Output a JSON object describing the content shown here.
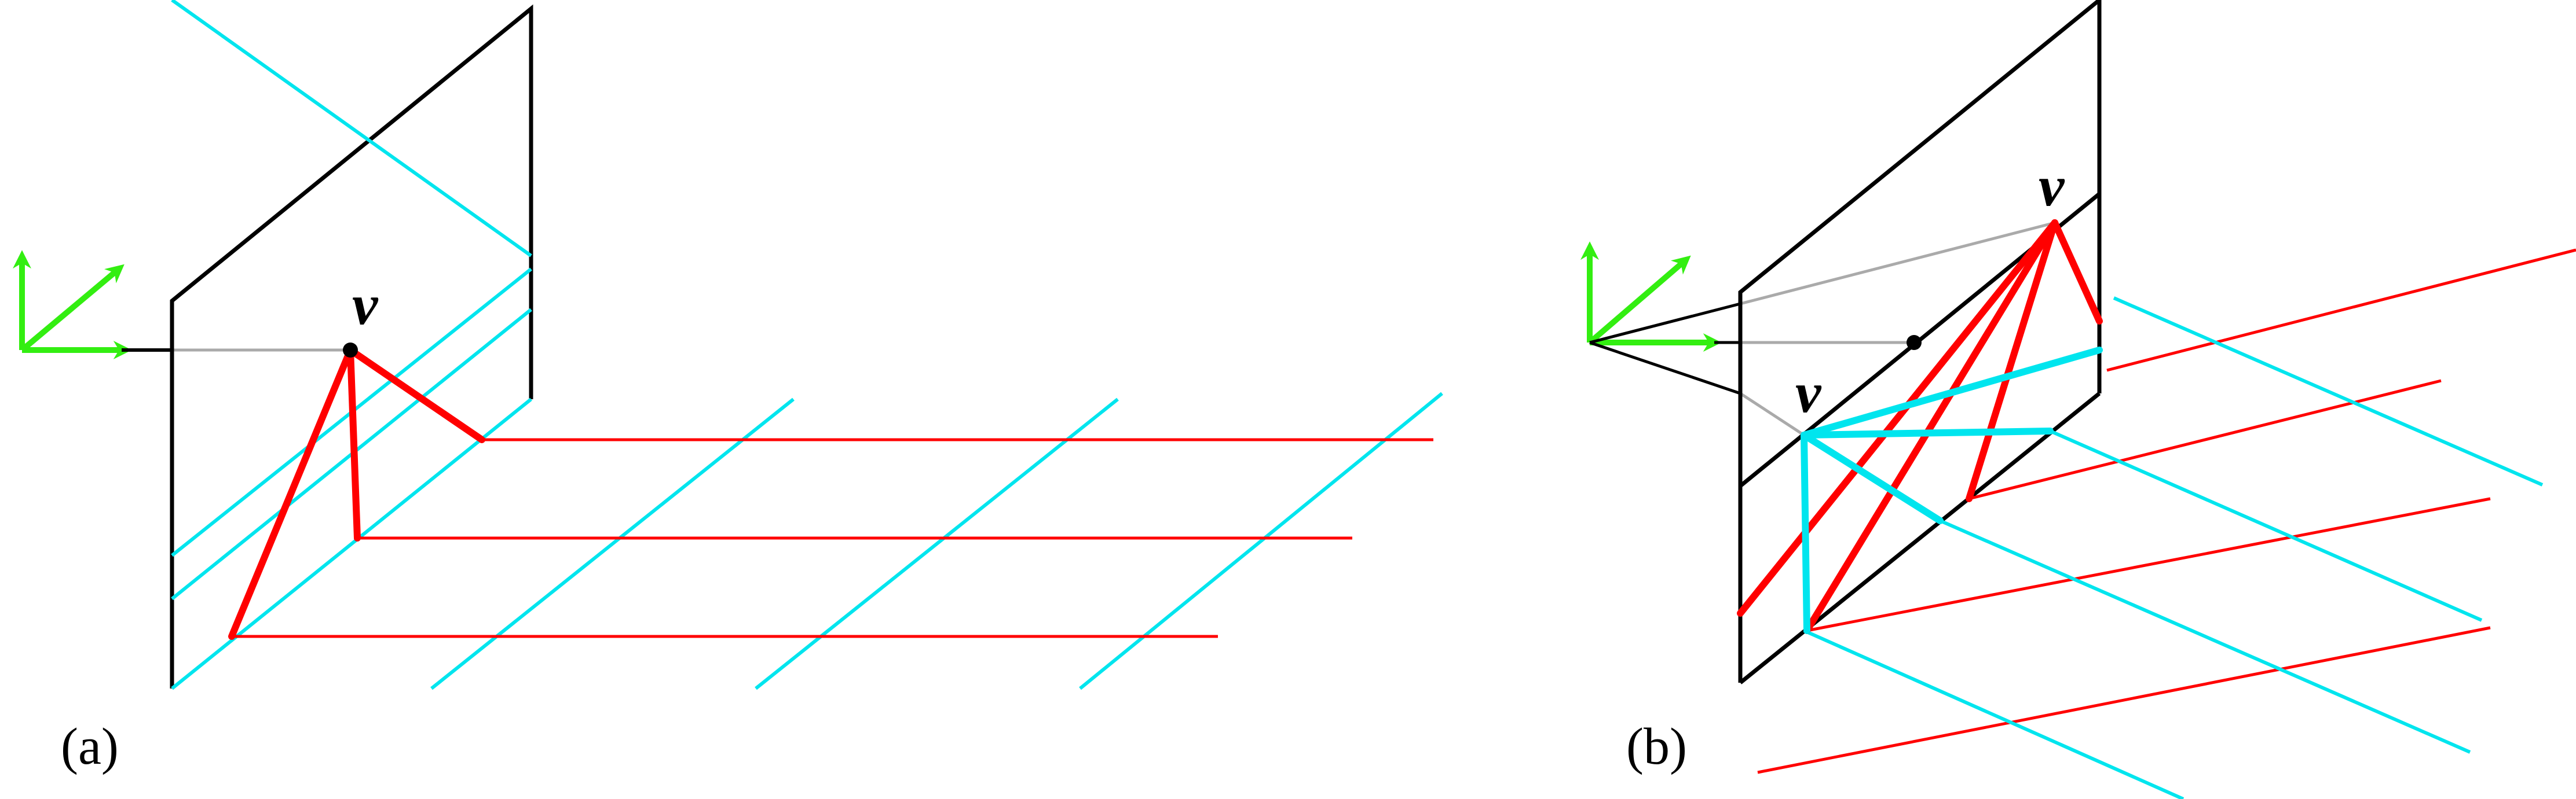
{
  "panels": [
    {
      "label": "(a)",
      "point_label": "v"
    },
    {
      "label": "(b)",
      "point_label": "v",
      "second_point_label": "v"
    }
  ],
  "colors": {
    "frame": "#000000",
    "red_lines": "#ff0000",
    "cyan_lines": "#00e5ee",
    "axes": "#33ee11",
    "ray": "#aaaaaa"
  }
}
